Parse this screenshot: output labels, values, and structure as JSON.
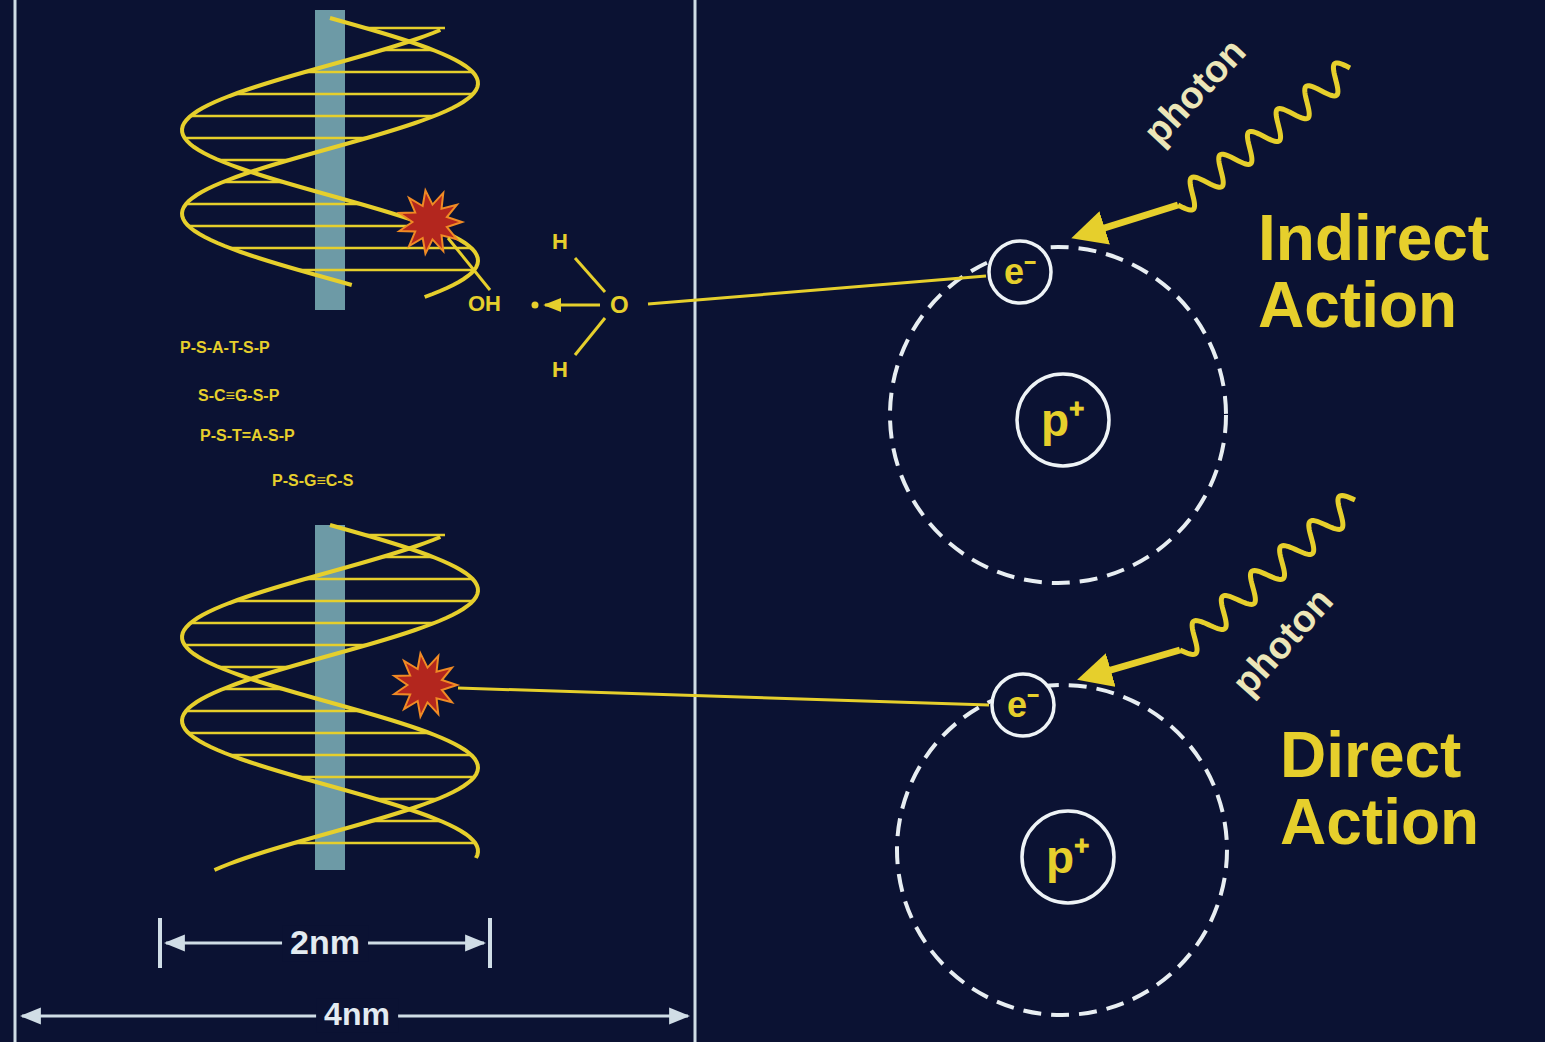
{
  "diagram": {
    "nodes": [
      {
        "text": [
          "e⁻"
        ]
      },
      {
        "text": [
          "p⁺"
        ]
      },
      {
        "text": [
          "e⁻"
        ]
      },
      {
        "text": [
          "p⁺"
        ]
      }
    ],
    "labels": [
      "photon",
      "Indirect Action",
      "photon",
      "Direct Action",
      "OH",
      "H",
      "O",
      "H",
      "P-S-A-T-S-P",
      "S-C≡G-S-P",
      "P-S-T=A-S-P",
      "P-S-G≡C-S",
      "2nm",
      "4nm"
    ]
  }
}
